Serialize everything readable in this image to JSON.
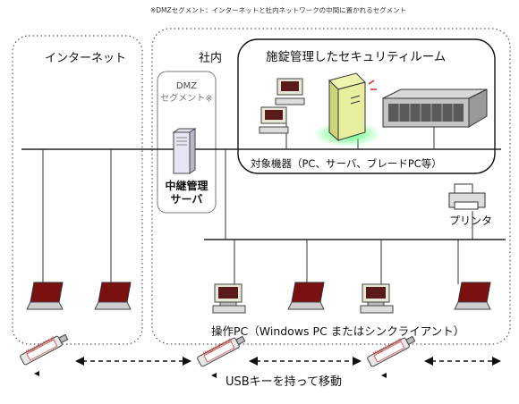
{
  "note": "※DMZセグメント：インターネットと社内ネットワークの中間に置かれるセグメント",
  "internet_label": "インターネット",
  "intranet_label": "社内",
  "secure_room_label": "施錠管理したセキュリティルーム",
  "dmz": {
    "line1": "DMZ",
    "line2": "セグメント※"
  },
  "relay_server": {
    "line1": "中継管理",
    "line2": "サーバ"
  },
  "target_devices_label": "対象機器（PC、サーバ、ブレードPC等）",
  "printer_label": "プリンタ",
  "operation_pc_label": "操作PC（Windows PC またはシンクライアント）",
  "usb_label": "USBキーを持って移動",
  "usb_key_text": "MagicConnect",
  "colors": {
    "laptop_screen": "#7a1010",
    "tower": "#e8f0a0",
    "glow": "#33ee55",
    "usb_body": "#e8e8e8",
    "usb_label": "#d03030"
  }
}
